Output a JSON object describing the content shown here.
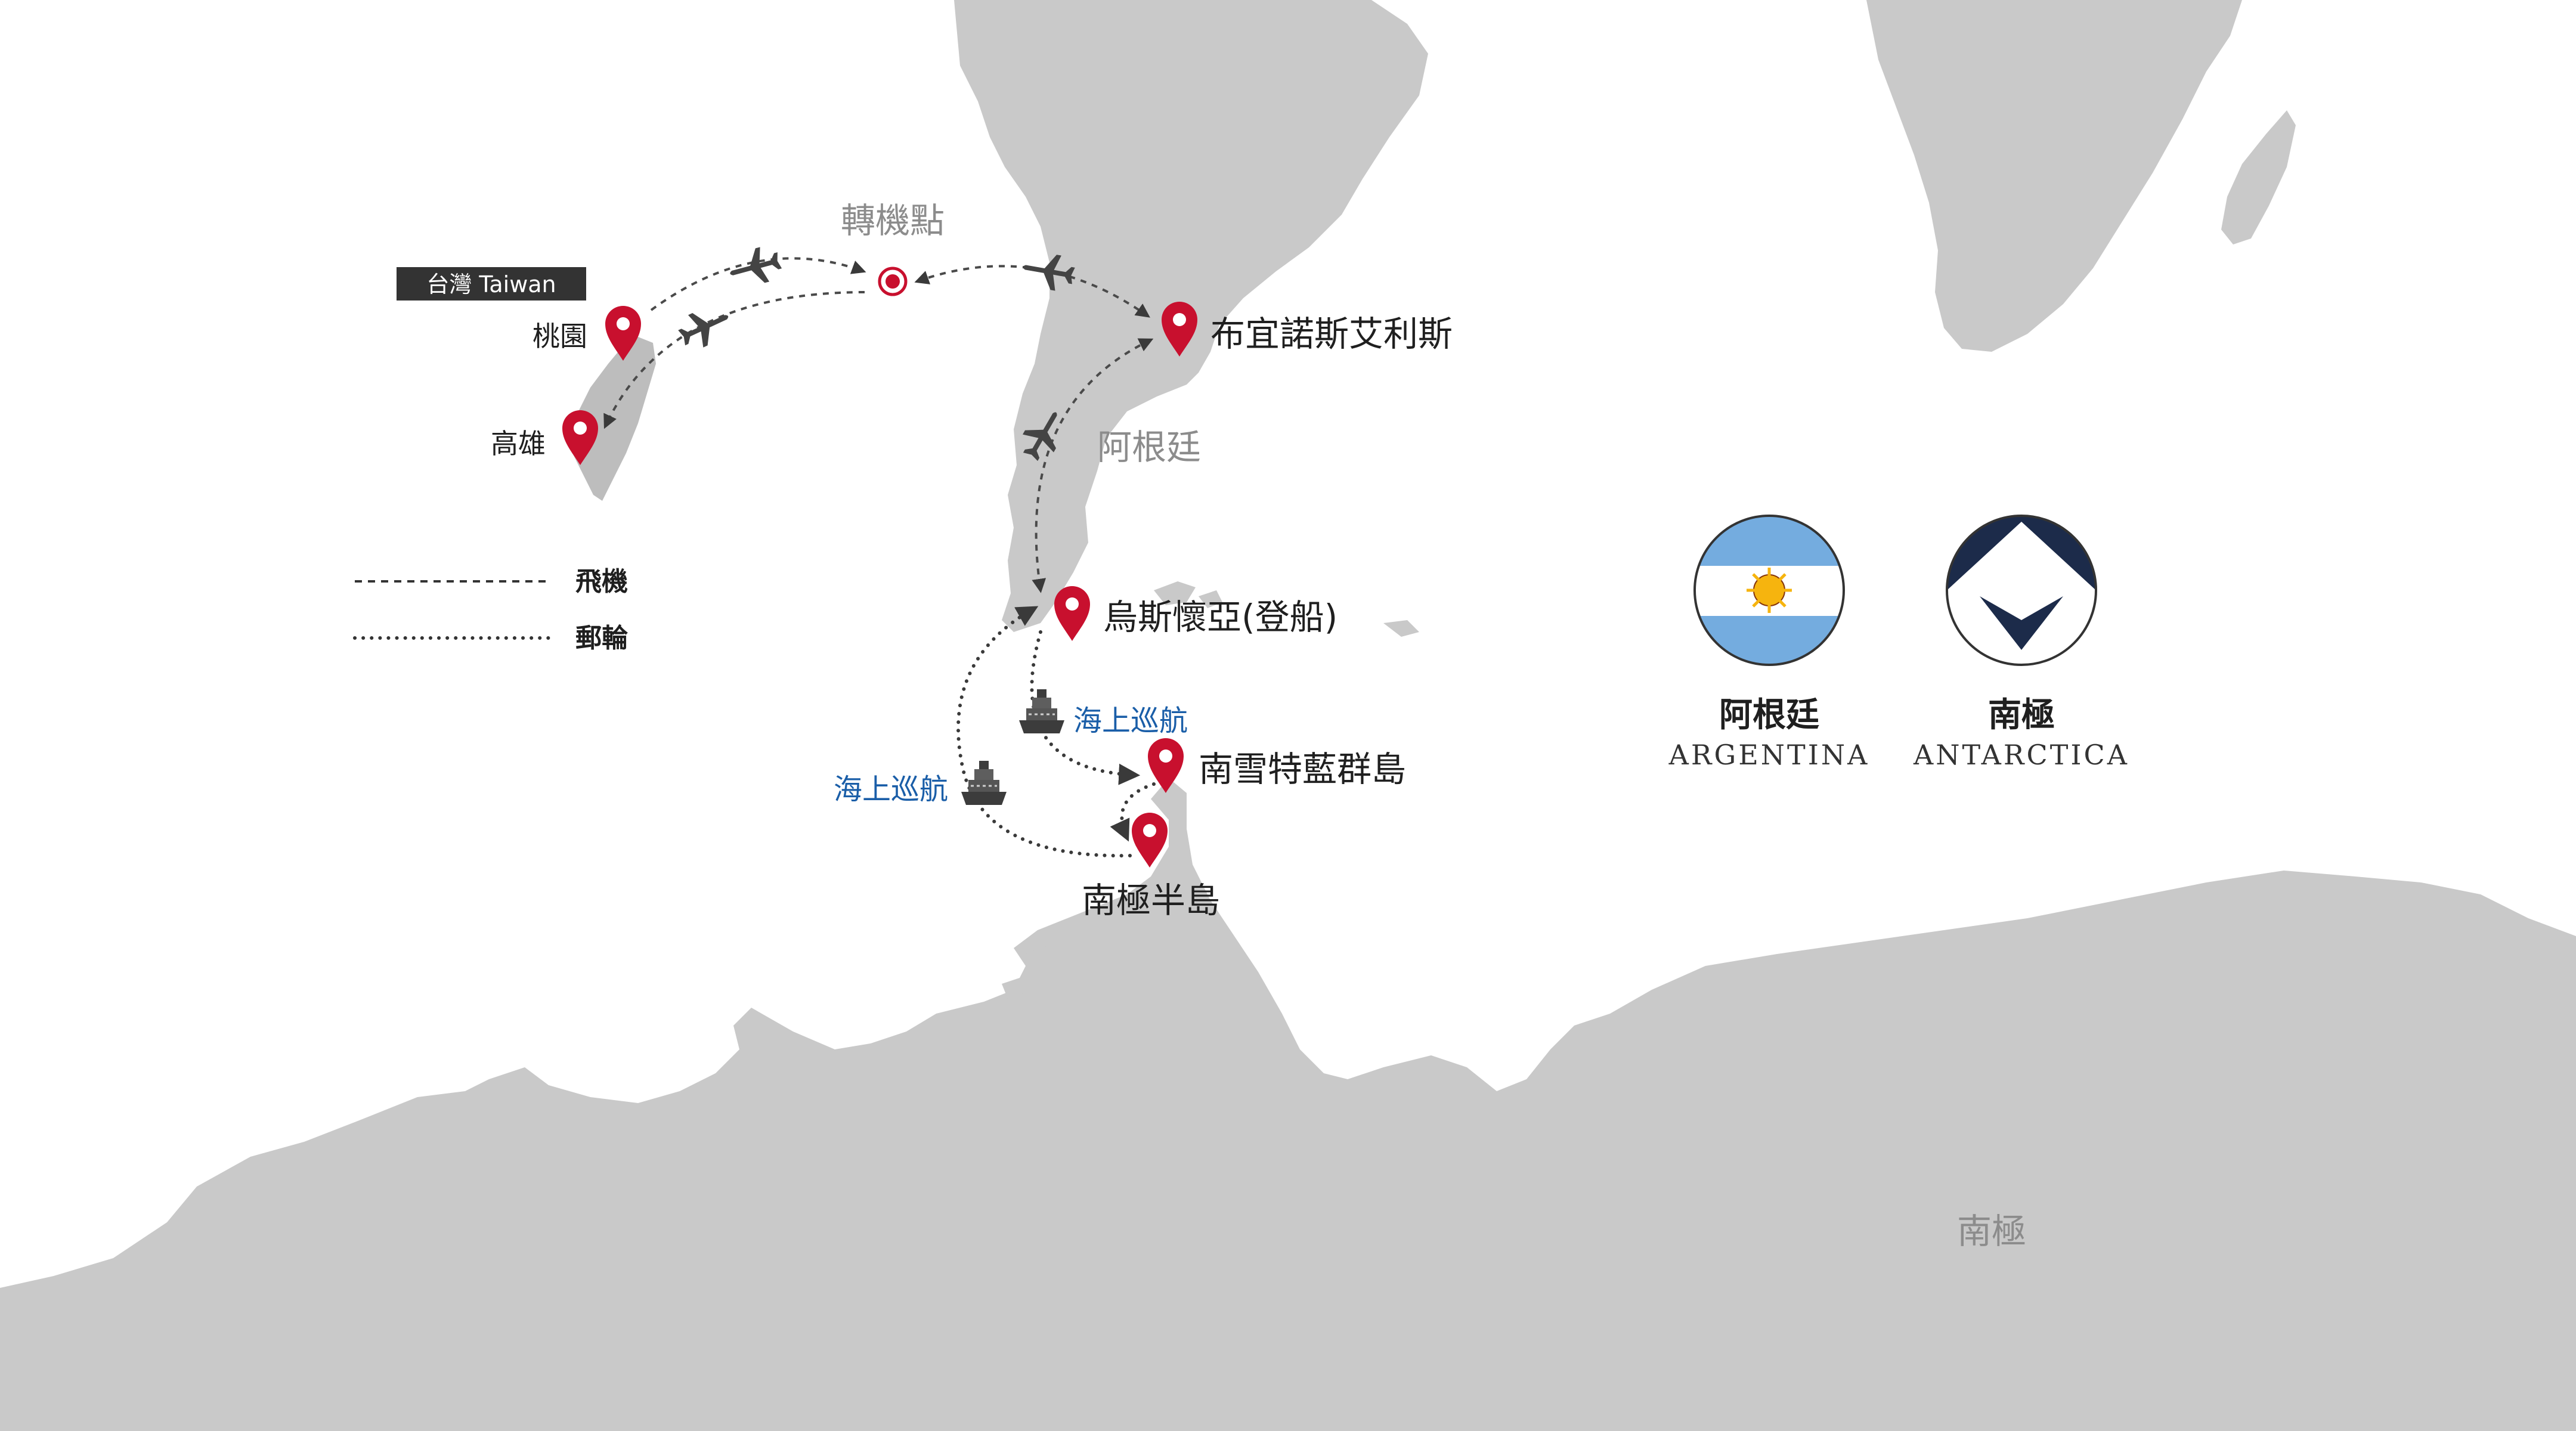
{
  "places": {
    "taiwan_badge": "台灣 Taiwan",
    "taoyuan": "桃園",
    "kaohsiung": "高雄",
    "transfer": "轉機點",
    "buenos_aires": "布宜諾斯艾利斯",
    "argentina": "阿根廷",
    "ushuaia": "烏斯懷亞(登船)",
    "south_georgia": "南雪特藍群島",
    "antarctic_peninsula": "南極半島",
    "antarctica": "南極"
  },
  "cruise_labels": {
    "outbound": "海上巡航",
    "return": "海上巡航"
  },
  "legend": {
    "flight": "飛機",
    "cruise": "郵輪"
  },
  "emblems": {
    "argentina_zh": "阿根廷",
    "argentina_en": "ARGENTINA",
    "antarctica_zh": "南極",
    "antarctica_en": "ANTARCTICA"
  },
  "colors": {
    "land": "#c9c9c9",
    "pin": "#c8102e",
    "cruise_label": "#1a5ea8",
    "flag_blue": "#74acdf",
    "flag_sun": "#f6b40e",
    "antarctica_navy": "#1c2b4a"
  },
  "icons": [
    "airplane-icon",
    "ship-icon",
    "location-pin-icon",
    "transfer-point-icon"
  ]
}
